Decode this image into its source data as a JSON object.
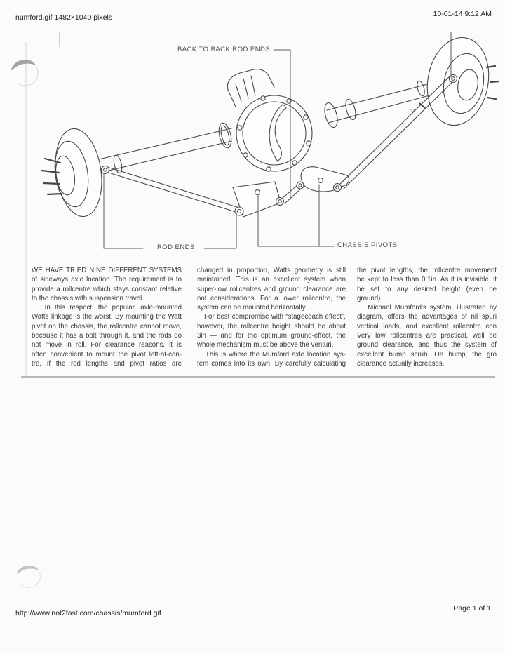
{
  "header": {
    "filename": "numford.gif 1482×1040 pixels",
    "timestamp": "10-01-14 9:12 AM"
  },
  "diagram": {
    "labels": {
      "back_to_back": "BACK TO BACK ROD ENDS",
      "rod_ends": "ROD ENDS",
      "chassis_pivots": "CHASSIS PIVOTS"
    },
    "watermark": "TM"
  },
  "article": {
    "columns": [
      {
        "lines": [
          "WE HAVE TRIED NINE DIFFERENT SYSTEMS",
          "of sideways axle location. The requirement is to",
          "provide a rollcentre which stays constant relative",
          "to the chassis with suspension travel.",
          "   In this respect, the popular, axle-mounted",
          "Watts linkage is the worst. By mounting the Watt",
          "pivot on the chassis, the rollcentre cannot move,",
          "because it has a bolt through it, and the rods do",
          "not move in roll. For clearance reasons, it is",
          "often convenient to mount the pivot left-of-cen-",
          "tre. If the rod lengths and pivot ratios are"
        ]
      },
      {
        "lines": [
          "changed in proportion, Watts geometry is still",
          "maintained. This is an excellent system when",
          "super-low rollcentres and ground clearance are",
          "not considerations. For a lower rollcentre, the",
          "system can be mounted horizontally.",
          "   For best compromise with “stagecoach effect”,",
          "however, the rollcentre height should be about",
          "3in — and for the optimum ground-effect, the",
          "whole mechanism must be above the venturi.",
          "   This is where the Mumford axle location sys-",
          "tem comes into its own. By carefully calculating"
        ]
      },
      {
        "lines": [
          "the pivot lengths, the rollcentre movement",
          "be kept to less than 0.1in. As it is invisible, it",
          "be set to any desired height (even be",
          "ground).",
          "   Michael Mumford's system, illustrated by",
          "diagram, offers the advantages of nil spuri",
          "vertical loads, and excellent rollcentre con",
          "Very low rollcentres are practical, well be",
          "ground clearance, and thus the system of",
          "excellent bump scrub. On bump, the gro",
          "clearance actually increases."
        ]
      }
    ]
  },
  "footer": {
    "url": "http://www.not2fast.com/chassis/mumford.gif",
    "page": "Page 1 of 1"
  }
}
